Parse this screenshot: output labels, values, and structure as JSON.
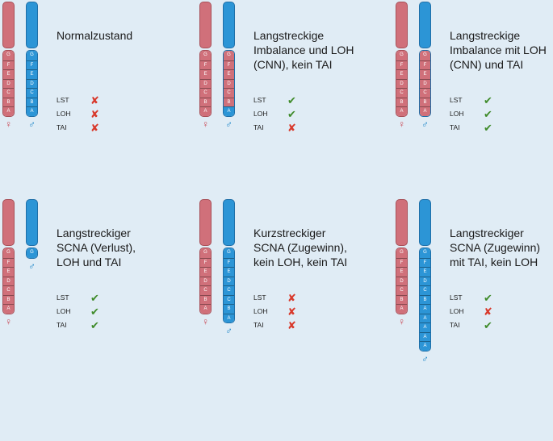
{
  "symbols": {
    "female": "♀",
    "male": "♂"
  },
  "stat_labels": [
    "LST",
    "LOH",
    "TAI"
  ],
  "icons": {
    "yes": "check-icon",
    "no": "cross-icon",
    "yes_glyph": "✔",
    "no_glyph": "✘"
  },
  "colors": {
    "maternal": "#d0707a",
    "paternal": "#2c95d6",
    "check": "#3f8b2a",
    "cross": "#d8392b"
  },
  "panels": [
    {
      "title": "Normalzustand",
      "stats": [
        false,
        false,
        false
      ],
      "female_bands": [
        {
          "label": "G",
          "color": "pink"
        },
        {
          "label": "F",
          "color": "pink"
        },
        {
          "label": "E",
          "color": "pink"
        },
        {
          "label": "D",
          "color": "pink"
        },
        {
          "label": "C",
          "color": "pink"
        },
        {
          "label": "B",
          "color": "pink"
        },
        {
          "label": "A",
          "color": "pink"
        }
      ],
      "male_bands": [
        {
          "label": "G",
          "color": "blue"
        },
        {
          "label": "F",
          "color": "blue"
        },
        {
          "label": "E",
          "color": "blue"
        },
        {
          "label": "D",
          "color": "blue"
        },
        {
          "label": "C",
          "color": "blue"
        },
        {
          "label": "B",
          "color": "blue"
        },
        {
          "label": "A",
          "color": "blue"
        }
      ]
    },
    {
      "title": "Langstreckige\nImbalance und LOH\n(CNN), kein TAI",
      "stats": [
        true,
        true,
        false
      ],
      "female_bands": [
        {
          "label": "G",
          "color": "pink"
        },
        {
          "label": "F",
          "color": "pink"
        },
        {
          "label": "E",
          "color": "pink"
        },
        {
          "label": "D",
          "color": "pink"
        },
        {
          "label": "C",
          "color": "pink"
        },
        {
          "label": "B",
          "color": "pink"
        },
        {
          "label": "A",
          "color": "pink"
        }
      ],
      "male_bands": [
        {
          "label": "G",
          "color": "pink"
        },
        {
          "label": "F",
          "color": "pink"
        },
        {
          "label": "E",
          "color": "pink"
        },
        {
          "label": "D",
          "color": "pink"
        },
        {
          "label": "C",
          "color": "pink"
        },
        {
          "label": "B",
          "color": "pink"
        },
        {
          "label": "A",
          "color": "blue"
        }
      ]
    },
    {
      "title": "Langstreckige\nImbalance mit LOH\n(CNN) und TAI",
      "stats": [
        true,
        true,
        true
      ],
      "female_bands": [
        {
          "label": "G",
          "color": "pink"
        },
        {
          "label": "F",
          "color": "pink"
        },
        {
          "label": "E",
          "color": "pink"
        },
        {
          "label": "D",
          "color": "pink"
        },
        {
          "label": "C",
          "color": "pink"
        },
        {
          "label": "B",
          "color": "pink"
        },
        {
          "label": "A",
          "color": "pink"
        }
      ],
      "male_bands": [
        {
          "label": "G",
          "color": "pink"
        },
        {
          "label": "F",
          "color": "pink"
        },
        {
          "label": "E",
          "color": "pink"
        },
        {
          "label": "D",
          "color": "pink"
        },
        {
          "label": "C",
          "color": "pink"
        },
        {
          "label": "B",
          "color": "pink"
        },
        {
          "label": "A",
          "color": "pink"
        }
      ]
    },
    {
      "title": "Langstreckiger\nSCNA (Verlust),\nLOH und TAI",
      "stats": [
        true,
        true,
        true
      ],
      "female_bands": [
        {
          "label": "G",
          "color": "pink"
        },
        {
          "label": "F",
          "color": "pink"
        },
        {
          "label": "E",
          "color": "pink"
        },
        {
          "label": "D",
          "color": "pink"
        },
        {
          "label": "C",
          "color": "pink"
        },
        {
          "label": "B",
          "color": "pink"
        },
        {
          "label": "A",
          "color": "pink"
        }
      ],
      "male_bands": [
        {
          "label": "G",
          "color": "blue"
        }
      ]
    },
    {
      "title": "Kurzstreckiger\nSCNA (Zugewinn),\nkein LOH, kein TAI",
      "stats": [
        false,
        false,
        false
      ],
      "female_bands": [
        {
          "label": "G",
          "color": "pink"
        },
        {
          "label": "F",
          "color": "pink"
        },
        {
          "label": "E",
          "color": "pink"
        },
        {
          "label": "D",
          "color": "pink"
        },
        {
          "label": "C",
          "color": "pink"
        },
        {
          "label": "B",
          "color": "pink"
        },
        {
          "label": "A",
          "color": "pink"
        }
      ],
      "male_bands": [
        {
          "label": "G",
          "color": "blue"
        },
        {
          "label": "F",
          "color": "blue"
        },
        {
          "label": "E",
          "color": "blue"
        },
        {
          "label": "D",
          "color": "blue"
        },
        {
          "label": "C",
          "color": "blue"
        },
        {
          "label": "C",
          "color": "blue"
        },
        {
          "label": "B",
          "color": "blue"
        },
        {
          "label": "A",
          "color": "blue"
        }
      ]
    },
    {
      "title": "Langstreckiger\nSCNA (Zugewinn)\nmit TAI, kein LOH",
      "stats": [
        true,
        false,
        true
      ],
      "female_bands": [
        {
          "label": "G",
          "color": "pink"
        },
        {
          "label": "F",
          "color": "pink"
        },
        {
          "label": "E",
          "color": "pink"
        },
        {
          "label": "D",
          "color": "pink"
        },
        {
          "label": "C",
          "color": "pink"
        },
        {
          "label": "B",
          "color": "pink"
        },
        {
          "label": "A",
          "color": "pink"
        }
      ],
      "male_bands": [
        {
          "label": "G",
          "color": "blue"
        },
        {
          "label": "F",
          "color": "blue"
        },
        {
          "label": "E",
          "color": "blue"
        },
        {
          "label": "D",
          "color": "blue"
        },
        {
          "label": "C",
          "color": "blue"
        },
        {
          "label": "B",
          "color": "blue"
        },
        {
          "label": "A",
          "color": "blue"
        },
        {
          "label": "A",
          "color": "blue"
        },
        {
          "label": "A",
          "color": "blue"
        },
        {
          "label": "A",
          "color": "blue"
        },
        {
          "label": "A",
          "color": "blue"
        }
      ]
    }
  ]
}
